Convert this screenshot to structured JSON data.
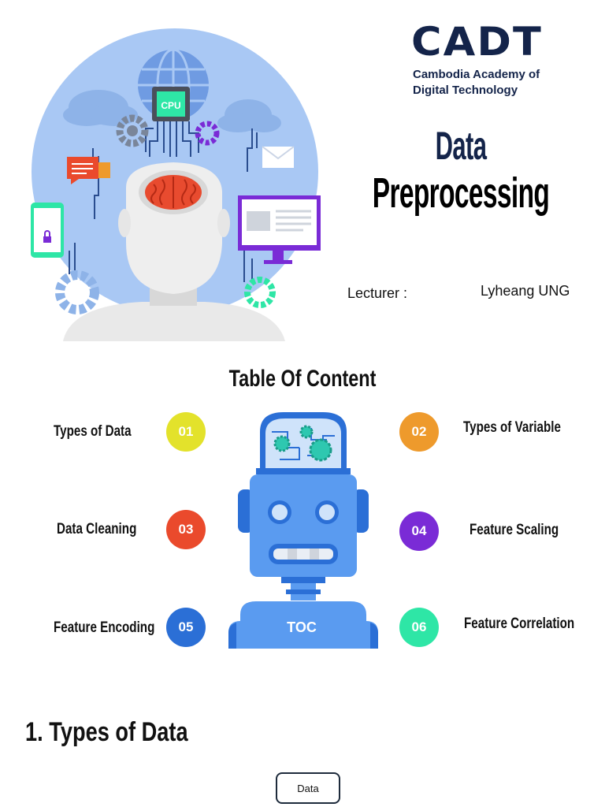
{
  "logo": {
    "word": "CADT",
    "line1": "Cambodia Academy of",
    "line2": "Digital Technology"
  },
  "title": {
    "line1": "Data",
    "line2": "Preprocessing"
  },
  "lecturer": {
    "label": "Lecturer :",
    "name": "Lyheang UNG"
  },
  "hero": {
    "cpu_label": "CPU"
  },
  "toc": {
    "title": "Table Of Content",
    "robot_label": "TOC",
    "items": [
      {
        "num": "01",
        "label": "Types of Data",
        "color": "#e3e22b"
      },
      {
        "num": "02",
        "label": "Types of Variable",
        "color": "#ee9a2c"
      },
      {
        "num": "03",
        "label": "Data Cleaning",
        "color": "#ea4a2c"
      },
      {
        "num": "04",
        "label": "Feature Scaling",
        "color": "#7a2bd6"
      },
      {
        "num": "05",
        "label": "Feature Encoding",
        "color": "#2b6fd6"
      },
      {
        "num": "06",
        "label": "Feature Correlation",
        "color": "#2ee6a6"
      }
    ]
  },
  "section": {
    "title": "1. Types of Data",
    "node": "Data"
  }
}
